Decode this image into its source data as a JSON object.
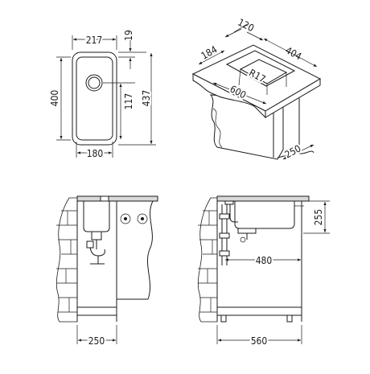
{
  "views": {
    "top_view": {
      "dimensions": {
        "width": "217",
        "edge": "19",
        "height": "400",
        "drain_offset": "117",
        "overall_height": "437",
        "bottom_width": "180"
      }
    },
    "iso_view": {
      "dimensions": {
        "top_width": "120",
        "side": "184",
        "length": "404",
        "radius": "R17",
        "front_width": "600",
        "depth": "250"
      }
    },
    "side_view": {
      "dimensions": {
        "width": "250"
      }
    },
    "front_view": {
      "dimensions": {
        "height": "255",
        "pipe_offset": "480",
        "width": "560"
      }
    }
  }
}
